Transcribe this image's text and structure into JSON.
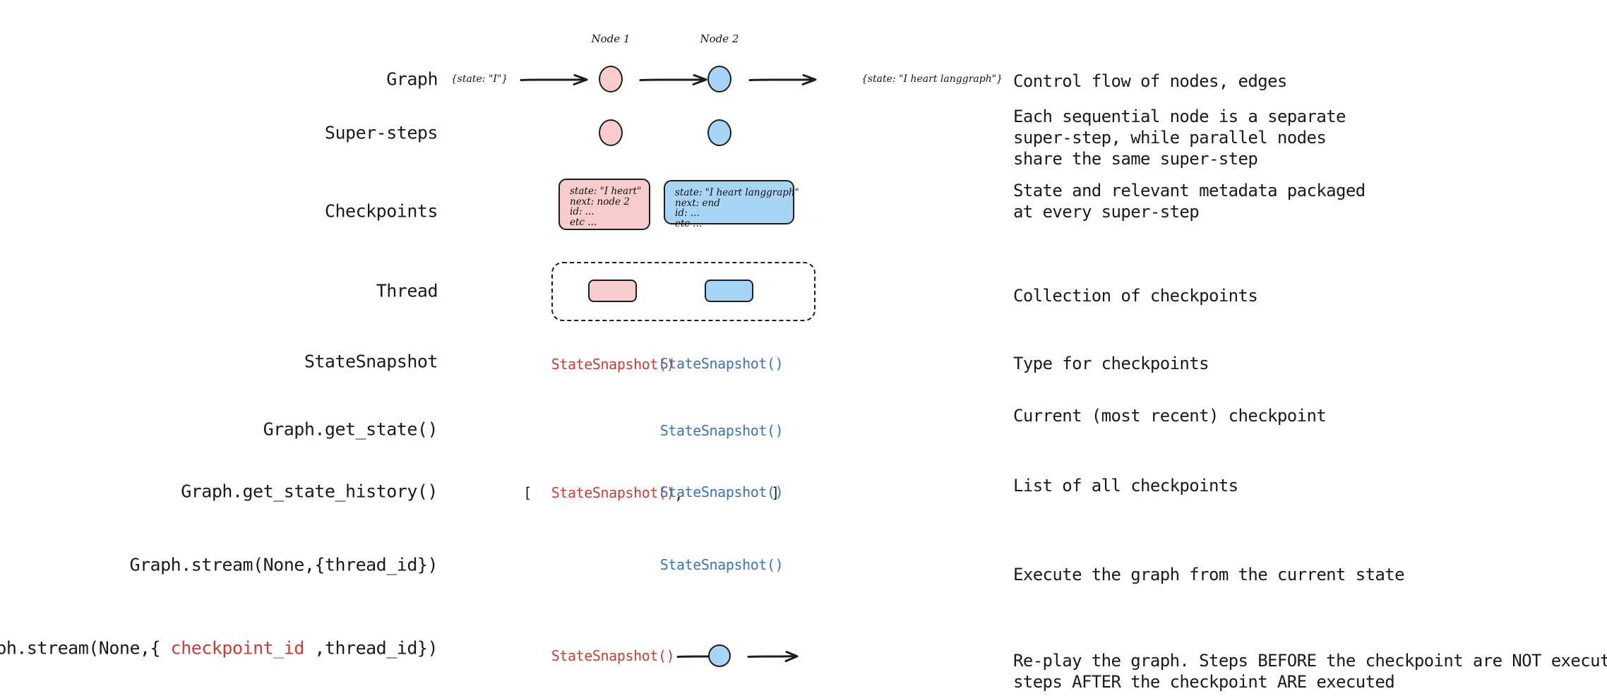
{
  "diagram": {
    "title_hidden": "",
    "colors": {
      "pink_fill": "#f8cccc",
      "blue_fill": "#a8d4f5",
      "stroke": "#1d1d1d",
      "red_text": "#cc3c36",
      "blue_text": "#3b72bc",
      "body_text": "#1a1a1a"
    },
    "rows": [
      {
        "label": "Graph",
        "desc": "Control flow of nodes, edges"
      },
      {
        "label": "Super-steps",
        "desc": "Each sequential node is a separate\nsuper-step, while parallel nodes\nshare the same super-step"
      },
      {
        "label": "Checkpoints",
        "desc": "State and relevant metadata packaged\nat every super-step"
      },
      {
        "label": "Thread",
        "desc": "Collection of checkpoints"
      },
      {
        "label": "StateSnapshot",
        "desc": "Type for checkpoints"
      },
      {
        "label": "Graph.get_state()",
        "desc": "Current (most recent) checkpoint"
      },
      {
        "label": "Graph.get_state_history()",
        "desc": "List of all checkpoints"
      },
      {
        "label": "Graph.stream(None,{thread_id})",
        "desc": "Execute the graph from the current state"
      },
      {
        "label": "Graph.stream(None,{ checkpoint_id ,thread_id})",
        "desc": "Re-play the graph. Steps BEFORE the checkpoint are NOT executed,\nsteps AFTER the checkpoint ARE executed"
      }
    ],
    "replay_label": {
      "prefix": "Graph.stream(None,{ ",
      "highlight": "checkpoint_id",
      "suffix": " ,thread_id})"
    },
    "graph_row": {
      "input_state": "{state: \"I\"}",
      "output_state": "{state: \"I heart langgraph\"}",
      "node1_caption": "Node 1",
      "node2_caption": "Node 2"
    },
    "checkpoints": {
      "pink": "state: \"I heart\"\nnext: node 2\nid: ...\netc ...",
      "blue": "state: \"I heart langgraph\"\nnext: end\nid: ...\netc ..."
    },
    "tokens": {
      "state_snapshot": "StateSnapshot()",
      "bracket_open": "[",
      "bracket_close": "]",
      "comma": ","
    }
  }
}
